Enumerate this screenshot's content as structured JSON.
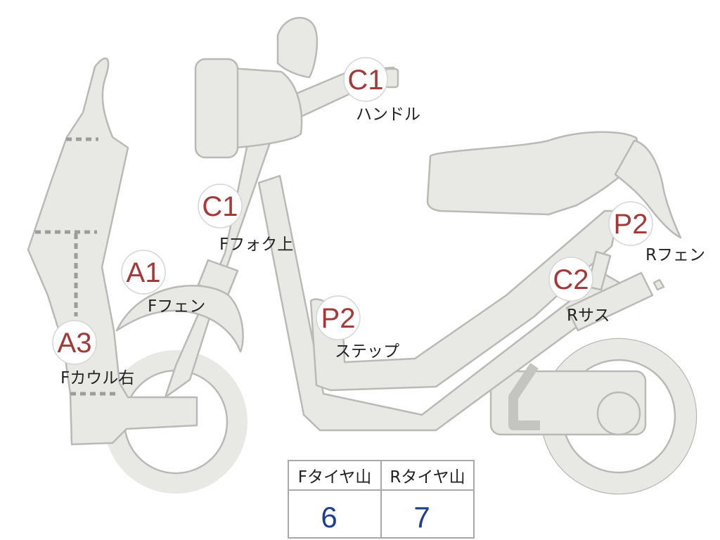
{
  "markers": [
    {
      "id": "handle",
      "code": "C1",
      "label": "ハンドル"
    },
    {
      "id": "ffork",
      "code": "C1",
      "label": "Fフォク上"
    },
    {
      "id": "ffender",
      "code": "A1",
      "label": "Fフェン"
    },
    {
      "id": "fcowl",
      "code": "A3",
      "label": "Fカウル右"
    },
    {
      "id": "step",
      "code": "P2",
      "label": "ステップ"
    },
    {
      "id": "rsus",
      "code": "C2",
      "label": "Rサス"
    },
    {
      "id": "rfender",
      "code": "P2",
      "label": "Rフェン"
    }
  ],
  "tire_table": {
    "headers": [
      "Fタイヤ山",
      "Rタイヤ山"
    ],
    "values": [
      "6",
      "7"
    ]
  },
  "colors": {
    "body_fill": "#e8e8e5",
    "outline": "#b9b9b6",
    "marker_code": "#a33a3a",
    "table_value": "#1f3f8a"
  }
}
